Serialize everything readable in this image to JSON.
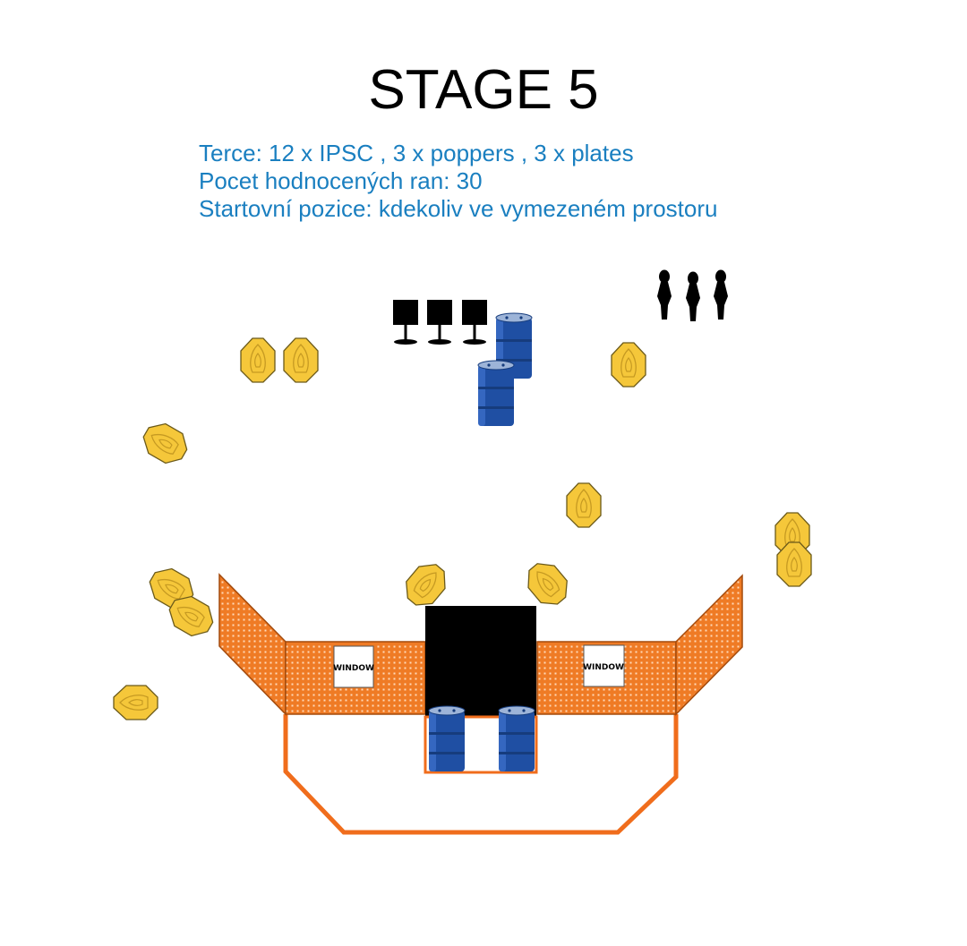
{
  "stage": {
    "title": "STAGE 5",
    "lines": [
      "Terce: 12 x IPSC , 3 x poppers , 3 x plates",
      "Pocet hodnocených ran: 30",
      "Startovní pozice: kdekoliv ve vymezeném prostoru"
    ]
  },
  "windows": {
    "left_label": "WINDOW",
    "right_label": "WINDOW"
  },
  "colors": {
    "target_fill": "#f5c73a",
    "target_stroke": "#6b5a1a",
    "barrel": "#1f4fa3",
    "wall": "#f07a22",
    "fault_line": "#f06d1c",
    "text_blue": "#1a7fc0",
    "steel": "#000000"
  },
  "icons": [
    "ipsc-target-icon",
    "popper-icon",
    "plate-icon",
    "barrel-icon",
    "wall-icon",
    "window-icon"
  ]
}
